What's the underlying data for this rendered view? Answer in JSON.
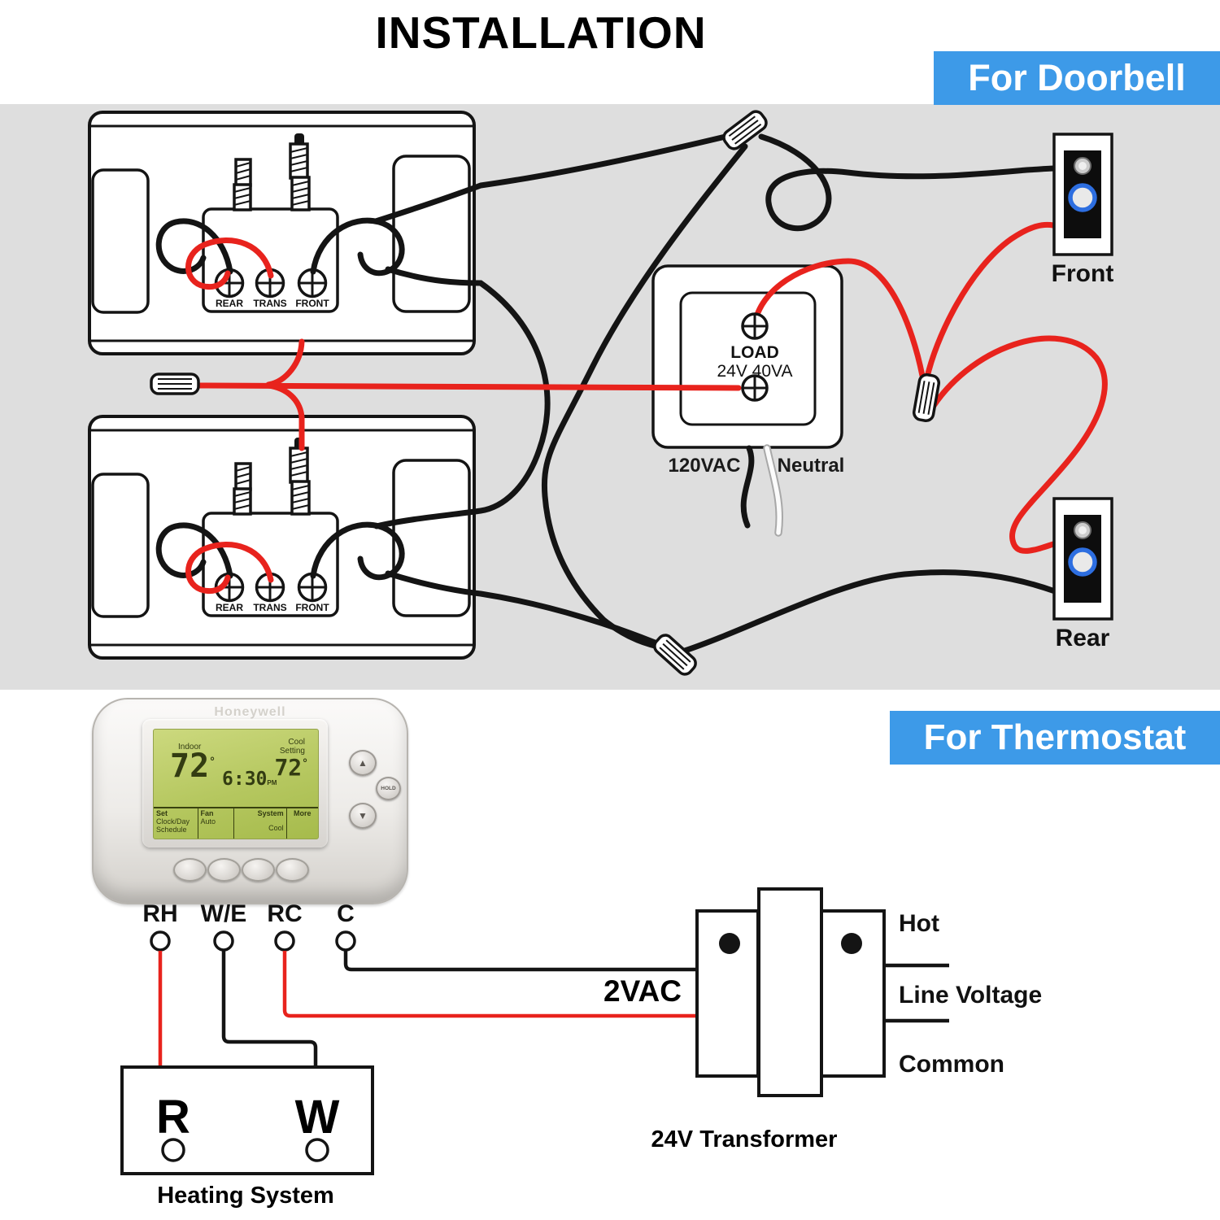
{
  "title": "INSTALLATION",
  "sections": {
    "doorbell_banner": "For Doorbell",
    "thermostat_banner": "For Thermostat"
  },
  "colors": {
    "accent_blue": "#3d9ae8",
    "wire_red": "#e8231d",
    "wire_black": "#141414",
    "bg_gray": "#dedede",
    "screen_green": "#b5c75f"
  },
  "chime1": {
    "terminals": [
      "REAR",
      "TRANS",
      "FRONT"
    ]
  },
  "chime2": {
    "terminals": [
      "REAR",
      "TRANS",
      "FRONT"
    ]
  },
  "doorbell_transformer": {
    "load_label": "LOAD",
    "rating": "24V 40VA",
    "hot_label": "120VAC",
    "neutral_label": "Neutral"
  },
  "front_button": {
    "label": "Front"
  },
  "rear_button": {
    "label": "Rear"
  },
  "thermostat": {
    "brand": "Honeywell",
    "indoor_label": "Indoor",
    "indoor_temp": "72",
    "deg": "°",
    "time": "6:30",
    "ampm": "PM",
    "cool_label_line1": "Cool",
    "cool_label_line2": "Setting",
    "cool_temp": "72",
    "hold_label": "HOLD",
    "up_glyph": "▲",
    "down_glyph": "▼",
    "menu": [
      [
        "Set",
        "Clock/Day",
        "Schedule"
      ],
      [
        "Fan",
        "Auto"
      ],
      [
        "System",
        "Cool"
      ],
      [
        "More"
      ]
    ]
  },
  "wiring": {
    "terminals": [
      "RH",
      "W/E",
      "RC",
      "C"
    ],
    "vac_label": "2VAC",
    "transformer24": {
      "hot": "Hot",
      "line_voltage": "Line Voltage",
      "common": "Common",
      "caption": "24V Transformer"
    },
    "heating": {
      "r": "R",
      "w": "W",
      "caption": "Heating System"
    }
  }
}
